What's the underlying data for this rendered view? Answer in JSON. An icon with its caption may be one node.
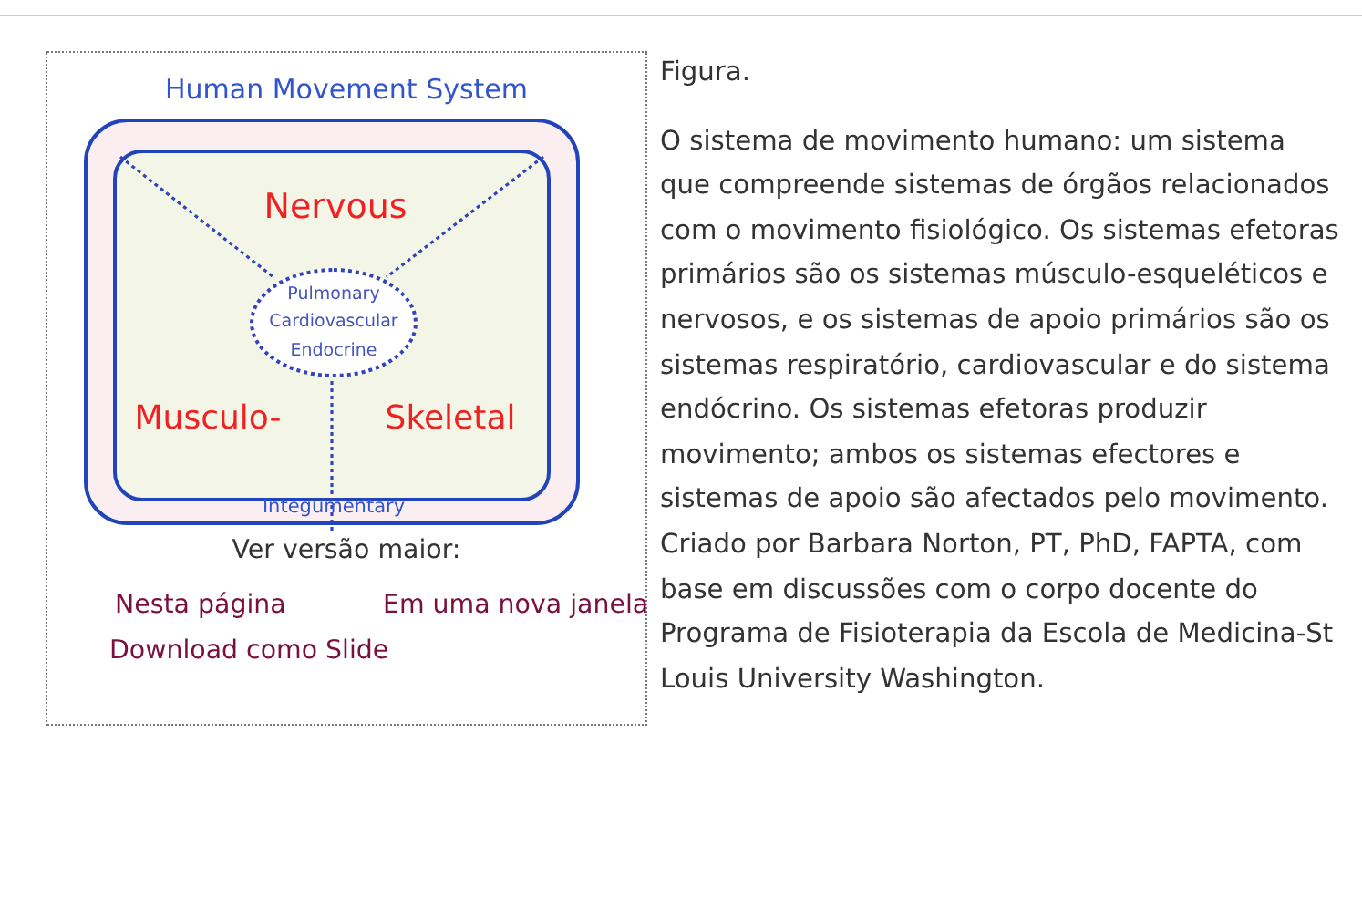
{
  "diagram": {
    "title": "Human Movement System",
    "caption": "O sistema de movimento humano: um sistema que compreende sistemas de órgãos relacionados com o movimento fisiológico. Os sistemas efetoras primários são os sistemas músculo-esqueléticos e nervosos, e os sistemas de apoio primários são os sistemas respiratório, cardiovascular e do sistema endócrino. Os sistemas efetoras produzir movimento; ambos os sistemas efectores e sistemas de apoio são afectados pelo movimento. Criado por Barbara Norton, PT, PhD, FAPTA, com base em discussões com o corpo docente do Programa de Fisioterapia da Escola de Medicina-St Louis University Washington.",
    "nodes": [
      {
        "text": [
          "Integumentary"
        ]
      },
      {
        "text": [
          "Nervous",
          "Musculo-",
          "Skeletal"
        ],
        "in": 0
      },
      {
        "text": [
          "Pulmonary",
          "Cardiovascular",
          "Endocrine"
        ],
        "in": 1
      }
    ],
    "labels": [
      "Figura.",
      "Ver versão maior:",
      "Nesta página",
      "Em uma nova janela",
      "Download como Slide"
    ]
  }
}
